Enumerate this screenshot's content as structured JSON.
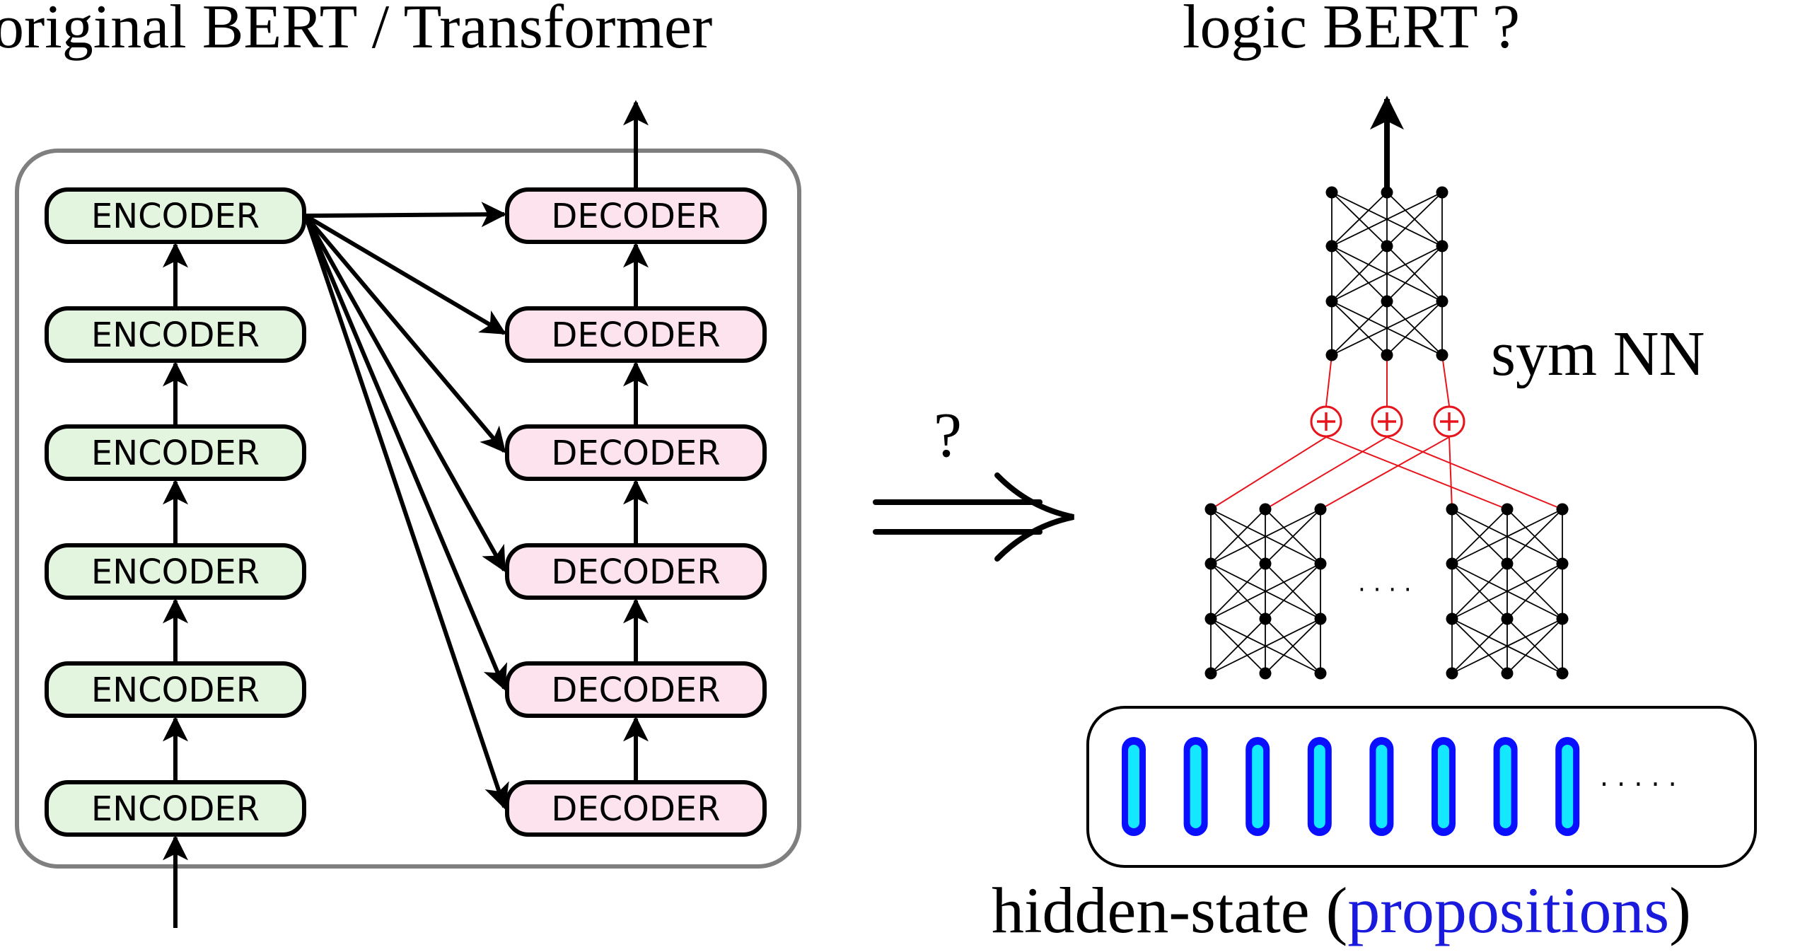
{
  "left": {
    "title": "original BERT / Transformer",
    "encoder_label": "ENCODER",
    "decoder_label": "DECODER",
    "encoder_count": 6,
    "decoder_count": 6
  },
  "transition": {
    "label": "?"
  },
  "right": {
    "title": "logic BERT ?",
    "sym_label": "sym NN",
    "ellipsis_mid": "· · · ·",
    "ellipsis_box": "· · · · ·",
    "caption_prefix": "hidden-state (",
    "caption_highlight": "propositions",
    "caption_suffix": ")",
    "proposition_count": 8
  },
  "colors": {
    "encoder_fill": "#e3f4df",
    "decoder_fill": "#fde3ee",
    "frame_stroke": "#7f7f7f",
    "plus_red": "#e8141c",
    "bar_outer": "#0a10ff",
    "bar_inner": "#14e8ff",
    "caption_blue": "#1a1adc"
  }
}
